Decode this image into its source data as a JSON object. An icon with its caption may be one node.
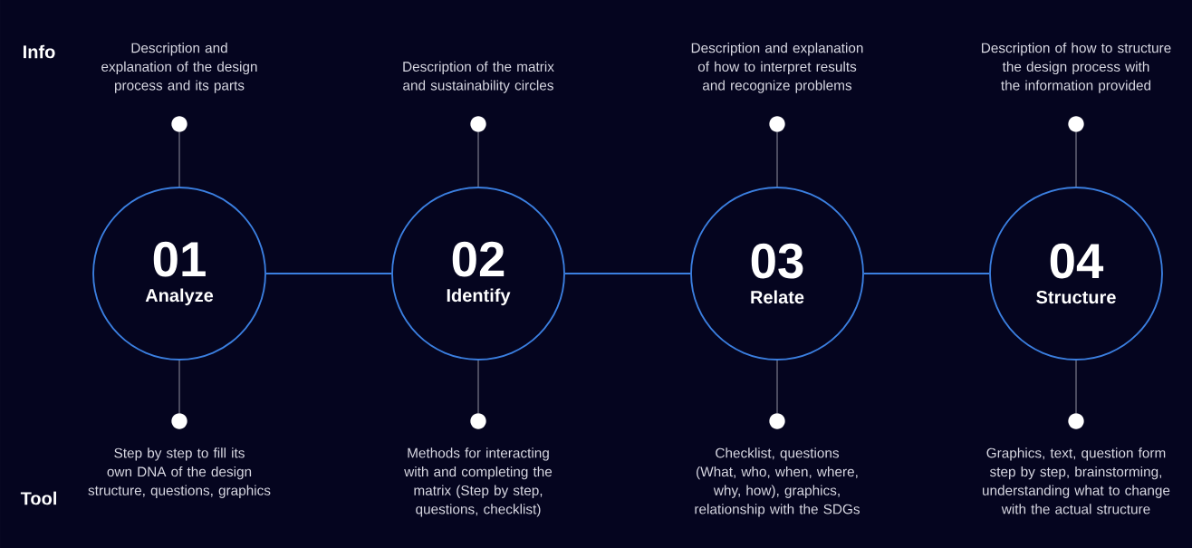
{
  "diagram": {
    "nodes": [
      {
        "text": [
          "01",
          "Analyze"
        ]
      },
      {
        "text": [
          "02",
          "Identify"
        ]
      },
      {
        "text": [
          "03",
          "Relate"
        ]
      },
      {
        "text": [
          "04",
          "Structure"
        ]
      },
      {
        "text": [],
        "shape": "circle",
        "beside": [
          "Description and explanation of the design process and its parts"
        ]
      },
      {
        "text": [],
        "shape": "circle",
        "beside": [
          "Description of the matrix and sustainability circles"
        ]
      },
      {
        "text": [],
        "shape": "circle",
        "beside": [
          "Description and explanation of how to interpret results and recognize problems"
        ]
      },
      {
        "text": [],
        "shape": "circle",
        "beside": [
          "Description of how to structure the design process with the information provided"
        ]
      },
      {
        "text": [],
        "shape": "circle",
        "beside": [
          "Step by step to fill its own DNA of the design structure, questions, graphics"
        ]
      },
      {
        "text": [],
        "shape": "circle",
        "beside": [
          "Methods for interacting with and completing the matrix (Step by step, questions, checklist)"
        ]
      },
      {
        "text": [],
        "shape": "circle",
        "beside": [
          "Checklist, questions (What, who, when, where, why, how), graphics, relationship with the SDGs"
        ]
      },
      {
        "text": [],
        "shape": "circle",
        "beside": [
          "Graphics, text, question form step by step, brainstorming, understanding what to change with the actual structure"
        ]
      }
    ],
    "edges": [
      {
        "from": 0,
        "to": 1,
        "arrow": "none",
        "color": "#3b7fe0"
      },
      {
        "from": 1,
        "to": 2,
        "arrow": "none",
        "color": "#3b7fe0"
      },
      {
        "from": 2,
        "to": 3,
        "arrow": "none",
        "color": "#3b7fe0"
      },
      {
        "from": 4,
        "to": 0,
        "arrow": "none"
      },
      {
        "from": 5,
        "to": 1,
        "arrow": "none"
      },
      {
        "from": 6,
        "to": 2,
        "arrow": "none"
      },
      {
        "from": 7,
        "to": 3,
        "arrow": "none"
      },
      {
        "from": 0,
        "to": 8,
        "arrow": "none"
      },
      {
        "from": 1,
        "to": 9,
        "arrow": "none"
      },
      {
        "from": 2,
        "to": 10,
        "arrow": "none"
      },
      {
        "from": 3,
        "to": 11,
        "arrow": "none"
      }
    ],
    "labels": [
      "Info",
      "Tool"
    ]
  }
}
